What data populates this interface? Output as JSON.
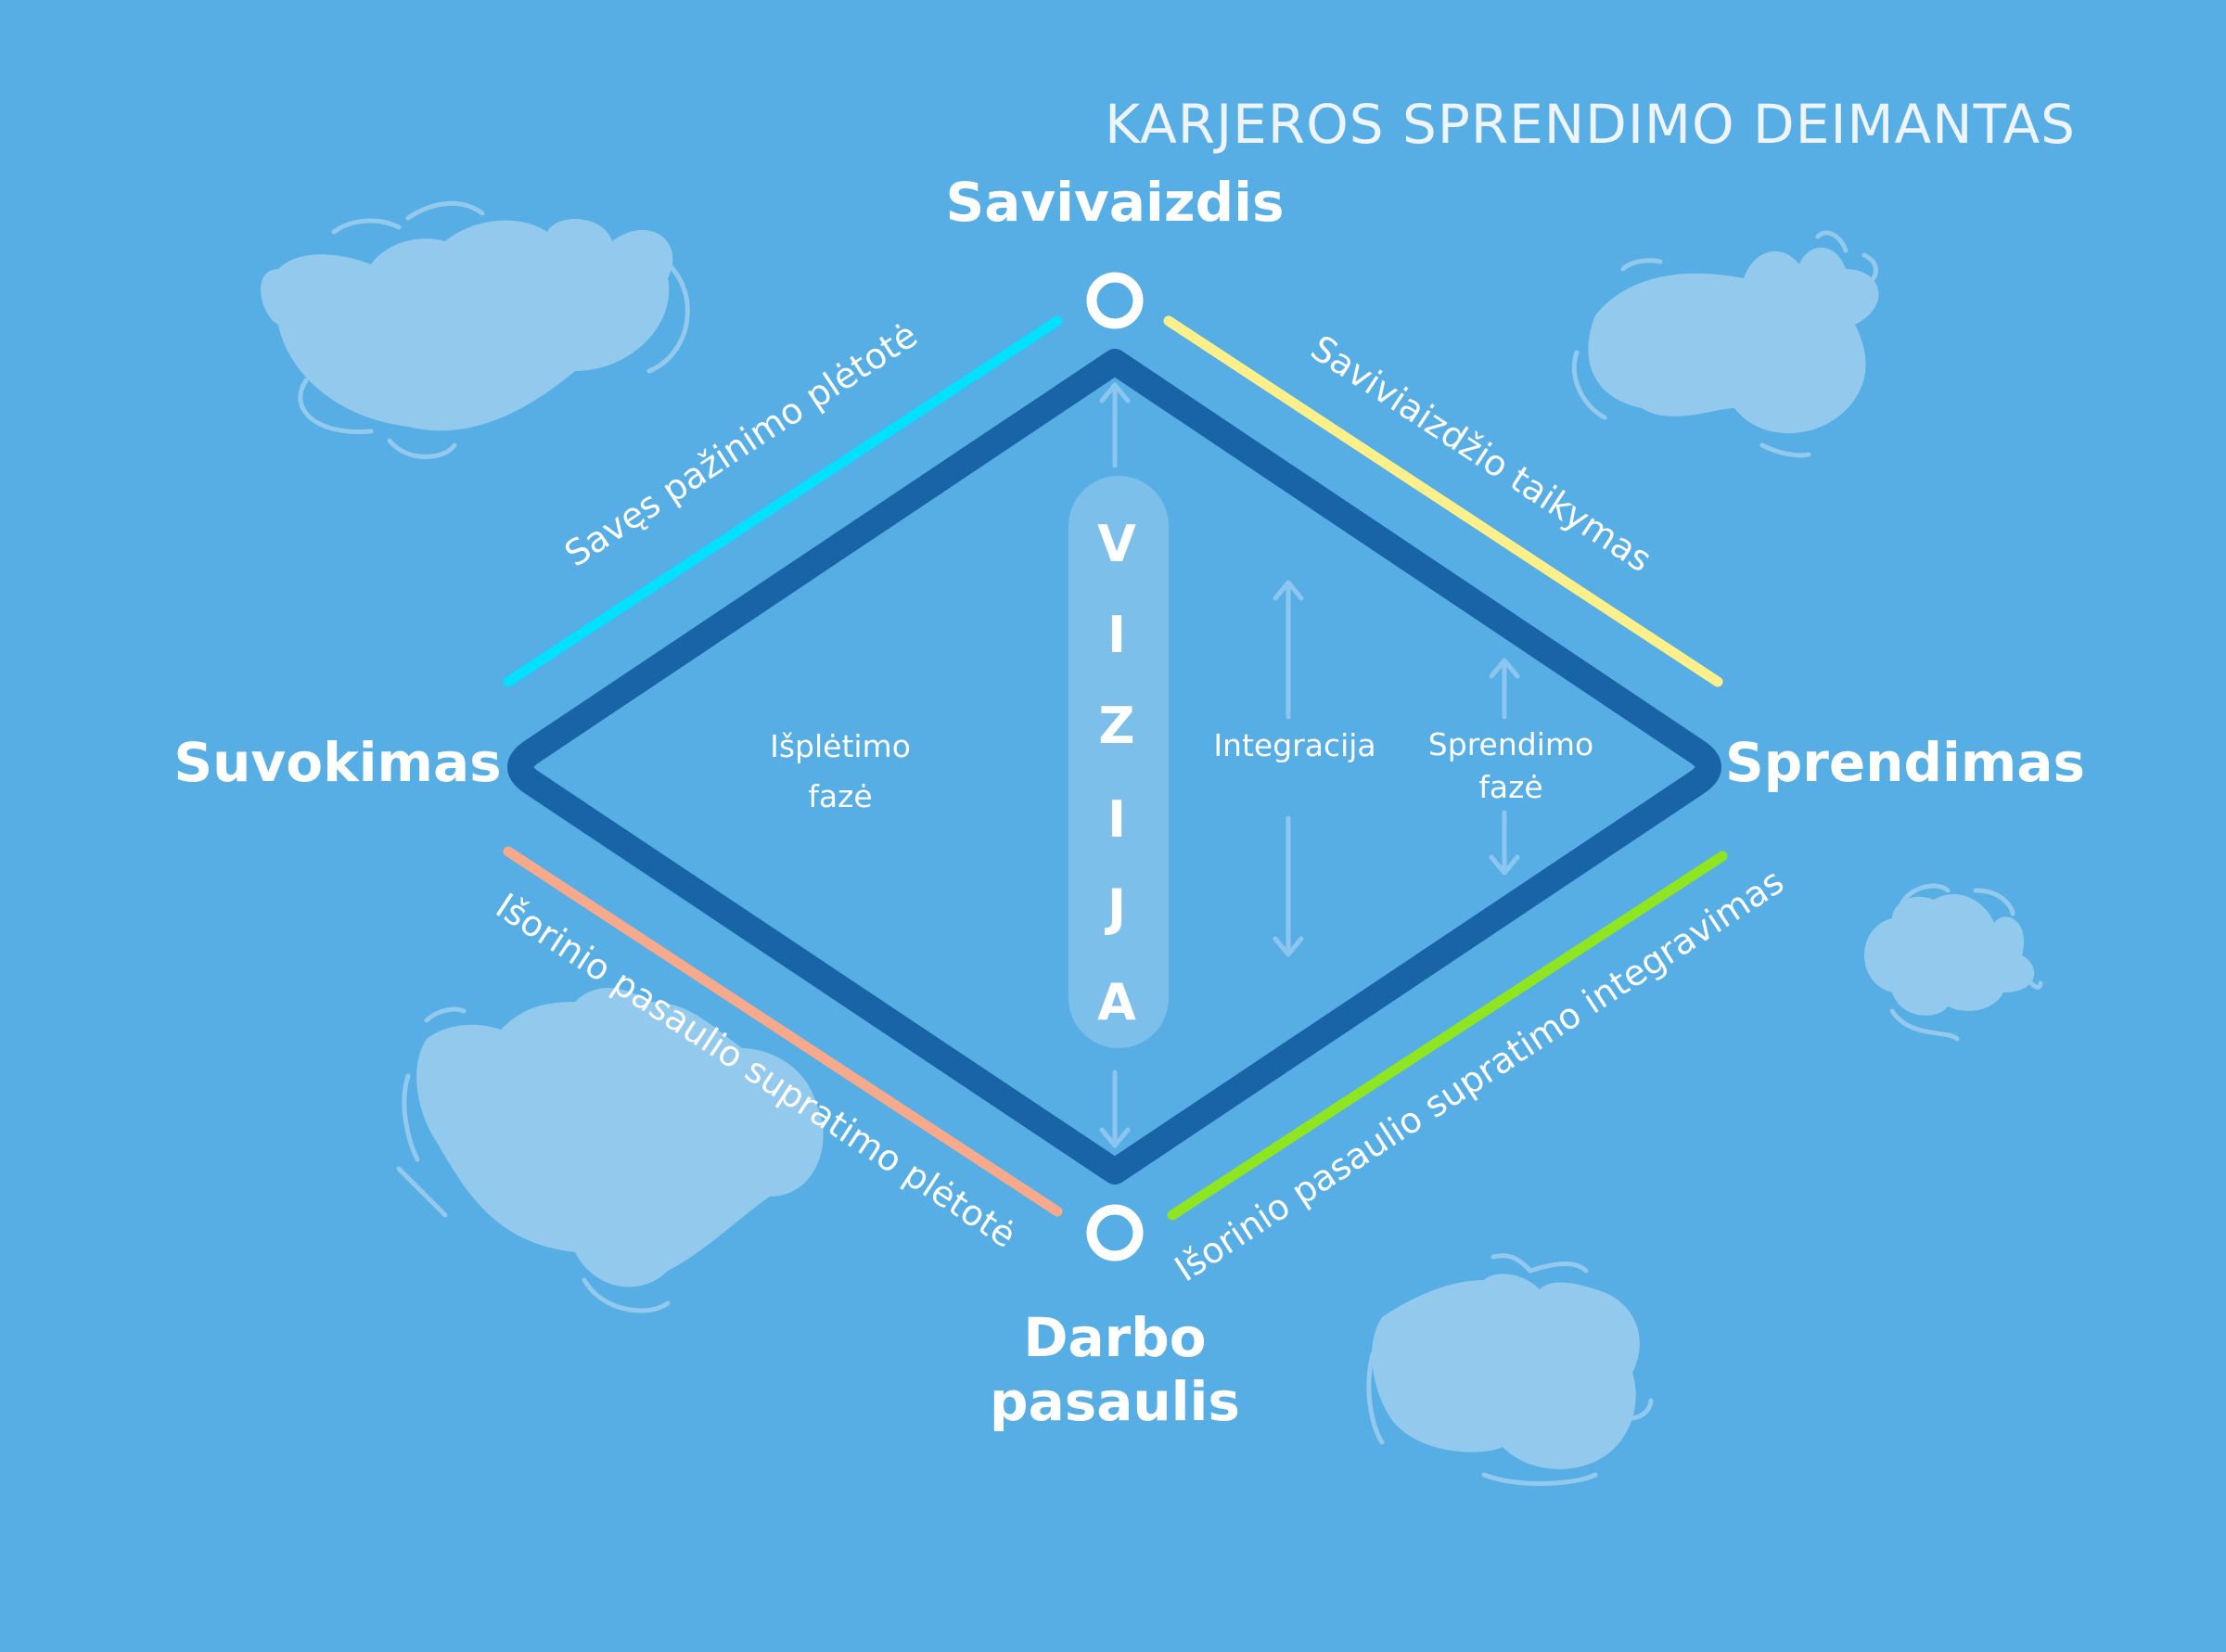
{
  "title": "KARJEROS SPRENDIMO DEIMANTAS",
  "nodes": {
    "top": "Savivaizdis",
    "left": "Suvokimas",
    "right": "Sprendimas",
    "bottom_line1": "Darbo",
    "bottom_line2": "pasaulis"
  },
  "edges": {
    "top_left": "Savęs pažinimo plėtotė",
    "top_right": "Saviviaizdžio taikymas",
    "bottom_left": "Išorinio pasaulio supratimo plėtotė",
    "bottom_right": "Išorinio pasaulio supratimo integravimas"
  },
  "phases": {
    "expansion_line1": "Išplėtimo",
    "expansion_line2": "fazė",
    "integration": "Integracija",
    "decision_line1": "Sprendimo",
    "decision_line2": "fazė"
  },
  "vision": [
    "V",
    "I",
    "Z",
    "I",
    "J",
    "A"
  ],
  "colors": {
    "background": "#56aee5",
    "diamond": "#1864a6",
    "top_left": "#00e0ff",
    "top_right": "#fdf08a",
    "bottom_left": "#f7a98c",
    "bottom_right": "#8fe620"
  }
}
